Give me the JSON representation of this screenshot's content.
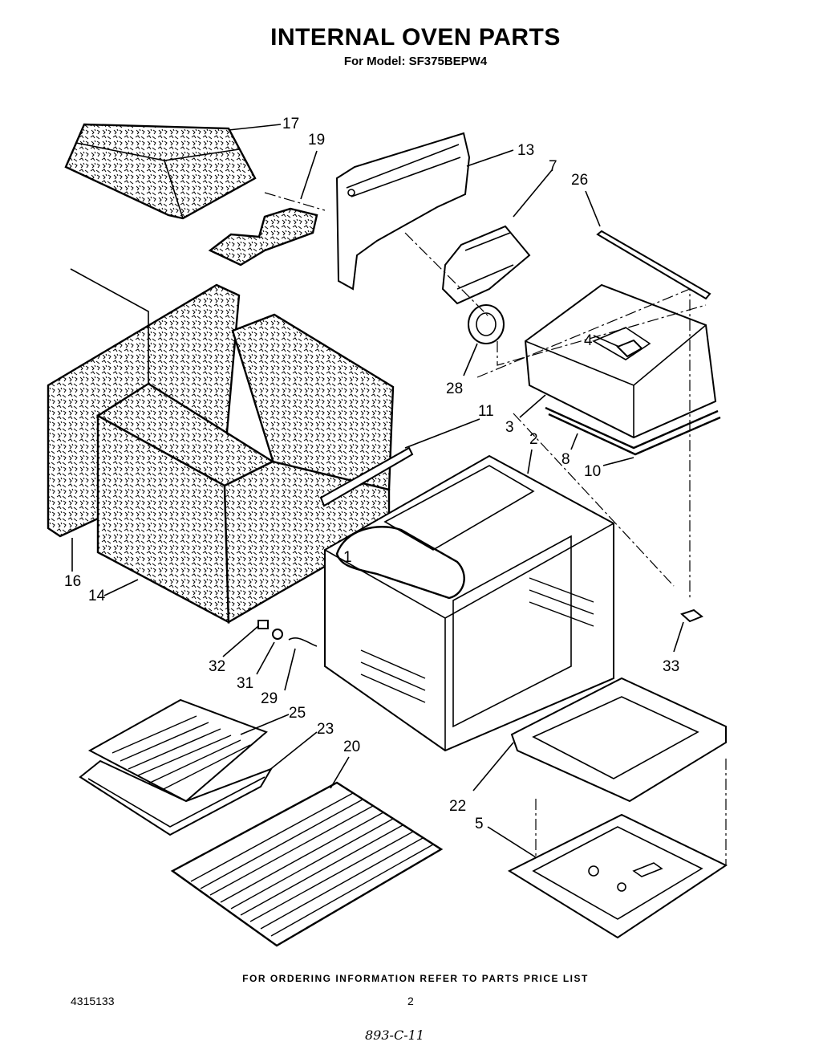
{
  "header": {
    "title": "INTERNAL OVEN PARTS",
    "subtitle": "For Model: SF375BEPW4"
  },
  "parts": [
    {
      "id": "p1",
      "label": "1"
    },
    {
      "id": "p2",
      "label": "2"
    },
    {
      "id": "p3",
      "label": "3"
    },
    {
      "id": "p4",
      "label": "4"
    },
    {
      "id": "p5",
      "label": "5"
    },
    {
      "id": "p7",
      "label": "7"
    },
    {
      "id": "p8",
      "label": "8"
    },
    {
      "id": "p10",
      "label": "10"
    },
    {
      "id": "p11",
      "label": "11"
    },
    {
      "id": "p13",
      "label": "13"
    },
    {
      "id": "p14",
      "label": "14"
    },
    {
      "id": "p16",
      "label": "16"
    },
    {
      "id": "p17",
      "label": "17"
    },
    {
      "id": "p19",
      "label": "19"
    },
    {
      "id": "p20",
      "label": "20"
    },
    {
      "id": "p22",
      "label": "22"
    },
    {
      "id": "p23",
      "label": "23"
    },
    {
      "id": "p25",
      "label": "25"
    },
    {
      "id": "p26",
      "label": "26"
    },
    {
      "id": "p28",
      "label": "28"
    },
    {
      "id": "p29",
      "label": "29"
    },
    {
      "id": "p31",
      "label": "31"
    },
    {
      "id": "p32",
      "label": "32"
    },
    {
      "id": "p33",
      "label": "33"
    }
  ],
  "footer": {
    "ordering_note": "FOR ORDERING INFORMATION REFER TO PARTS PRICE LIST",
    "doc_number": "4315133",
    "page_number": "2",
    "handwritten_note": "893-C-11"
  }
}
